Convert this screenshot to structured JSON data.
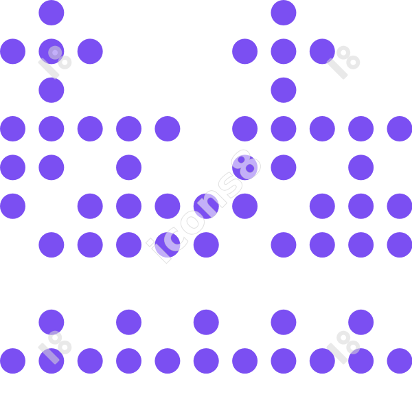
{
  "dot_color": "#7b4ff2",
  "background_color": "#ffffff",
  "grid": {
    "columns": 11,
    "rows": 10
  },
  "dots": [
    [
      1,
      0
    ],
    [
      7,
      0
    ],
    [
      0,
      1
    ],
    [
      1,
      1
    ],
    [
      2,
      1
    ],
    [
      6,
      1
    ],
    [
      7,
      1
    ],
    [
      8,
      1
    ],
    [
      1,
      2
    ],
    [
      7,
      2
    ],
    [
      0,
      3
    ],
    [
      1,
      3
    ],
    [
      2,
      3
    ],
    [
      3,
      3
    ],
    [
      4,
      3
    ],
    [
      6,
      3
    ],
    [
      7,
      3
    ],
    [
      8,
      3
    ],
    [
      9,
      3
    ],
    [
      10,
      3
    ],
    [
      0,
      4
    ],
    [
      1,
      4
    ],
    [
      3,
      4
    ],
    [
      6,
      4
    ],
    [
      7,
      4
    ],
    [
      9,
      4
    ],
    [
      0,
      5
    ],
    [
      2,
      5
    ],
    [
      3,
      5
    ],
    [
      4,
      5
    ],
    [
      5,
      5
    ],
    [
      6,
      5
    ],
    [
      8,
      5
    ],
    [
      9,
      5
    ],
    [
      10,
      5
    ],
    [
      1,
      6
    ],
    [
      2,
      6
    ],
    [
      3,
      6
    ],
    [
      4,
      6
    ],
    [
      5,
      6
    ],
    [
      7,
      6
    ],
    [
      8,
      6
    ],
    [
      9,
      6
    ],
    [
      10,
      6
    ],
    [
      1,
      8
    ],
    [
      3,
      8
    ],
    [
      5,
      8
    ],
    [
      7,
      8
    ],
    [
      9,
      8
    ],
    [
      0,
      9
    ],
    [
      1,
      9
    ],
    [
      2,
      9
    ],
    [
      3,
      9
    ],
    [
      4,
      9
    ],
    [
      5,
      9
    ],
    [
      6,
      9
    ],
    [
      7,
      9
    ],
    [
      8,
      9
    ],
    [
      9,
      9
    ],
    [
      10,
      9
    ]
  ],
  "watermark": {
    "text": "icons8",
    "logo_icon": "icons8-logo-icon"
  }
}
